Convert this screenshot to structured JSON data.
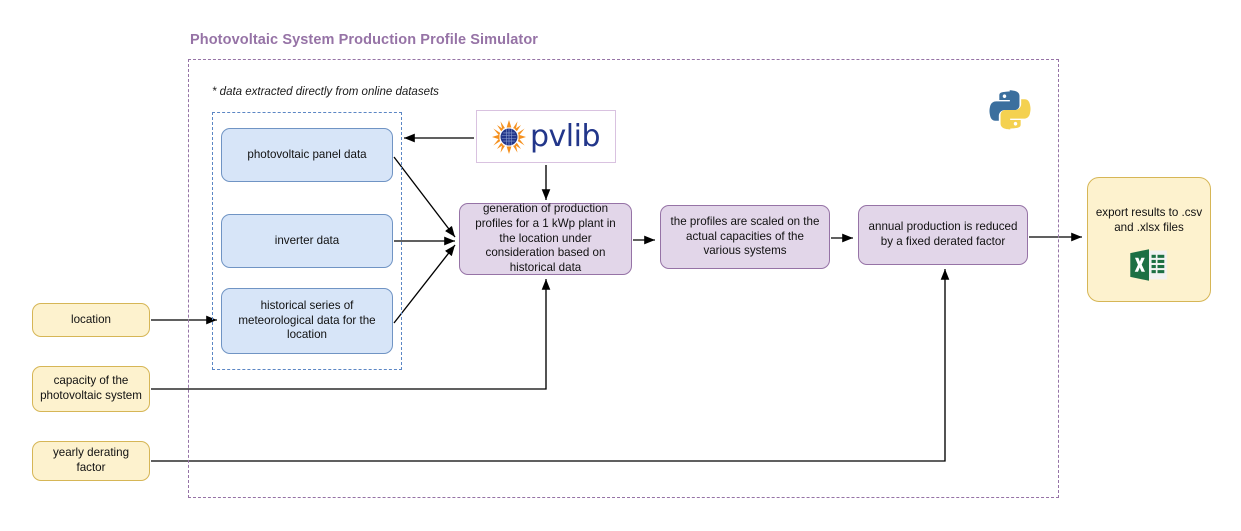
{
  "title": "Photovoltaic System Production Profile Simulator",
  "note": "* data extracted directly from online datasets",
  "colors": {
    "title": "#9673a6",
    "outer_container_border": "#9673a6",
    "datasets_container_border": "#5b86c4",
    "blue_fill": "#d7e5f8",
    "blue_border": "#7094c4",
    "purple_fill": "#e2d6e9",
    "purple_border": "#9673a6",
    "yellow_fill": "#fdf2ce",
    "yellow_border": "#d6b656",
    "connector": "#000000",
    "pvlib_text": "#22368a",
    "excel_green": "#1d7044",
    "python_blue": "#3b6f9e",
    "python_yellow": "#f4d150"
  },
  "datasets": {
    "container_label": "online datasets group",
    "nodes": [
      {
        "id": "panel-data",
        "label": "photovoltaic panel data"
      },
      {
        "id": "inverter-data",
        "label": "inverter data"
      },
      {
        "id": "meteo-data",
        "label": "historical series of meteorological data for the location"
      }
    ]
  },
  "inputs": [
    {
      "id": "location",
      "label": "location"
    },
    {
      "id": "capacity",
      "label": "capacity of the photovoltaic system"
    },
    {
      "id": "derating",
      "label": "yearly derating factor"
    }
  ],
  "process": [
    {
      "id": "generation",
      "label": "generation of production profiles for a 1 kWp plant in the location under consideration based on historical data"
    },
    {
      "id": "scaling",
      "label": "the profiles are scaled on the actual capacities of the various systems"
    },
    {
      "id": "derating",
      "label": "annual production is reduced by a fixed derated factor"
    }
  ],
  "output": {
    "id": "export",
    "label": "export results to .csv and .xlsx files",
    "icon": "excel-icon"
  },
  "logos": {
    "pvlib": {
      "wordmark": "pvlib",
      "icon": "pvlib-sun-icon"
    },
    "python": {
      "icon": "python-logo-icon"
    }
  },
  "edges": [
    {
      "from": "pvlib",
      "to": "panel-data"
    },
    {
      "from": "pvlib",
      "to": "generation"
    },
    {
      "from": "panel-data",
      "to": "generation"
    },
    {
      "from": "inverter-data",
      "to": "generation"
    },
    {
      "from": "meteo-data",
      "to": "generation"
    },
    {
      "from": "location",
      "to": "meteo-data"
    },
    {
      "from": "capacity",
      "to": "generation"
    },
    {
      "from": "derating-input",
      "to": "derating"
    },
    {
      "from": "generation",
      "to": "scaling"
    },
    {
      "from": "scaling",
      "to": "derating"
    },
    {
      "from": "derating",
      "to": "export"
    }
  ]
}
